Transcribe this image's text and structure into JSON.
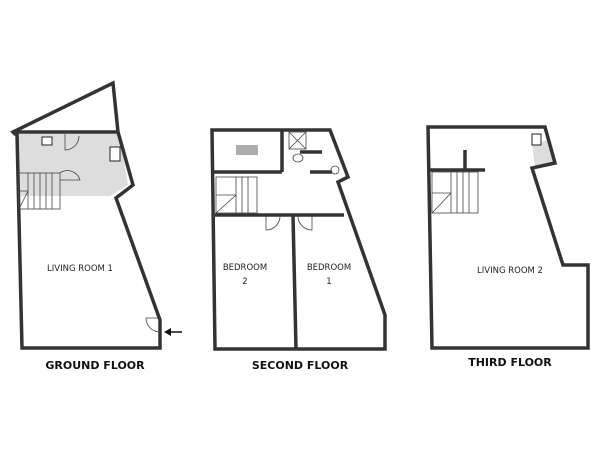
{
  "floors": [
    {
      "title": "GROUND FLOOR",
      "rooms": [
        "LIVING ROOM 1"
      ]
    },
    {
      "title": "SECOND FLOOR",
      "rooms": [
        {
          "name": "BEDROOM",
          "number": "2"
        },
        {
          "name": "BEDROOM",
          "number": "1"
        }
      ]
    },
    {
      "title": "THIRD FLOOR",
      "rooms": [
        "LIVING ROOM 2"
      ]
    }
  ],
  "colors": {
    "wall": "#333333",
    "kitchen_floor": "#dddddd"
  },
  "icons": [
    "entrance-arrow-icon",
    "sink-icon",
    "stove-icon",
    "shower-icon",
    "toilet-icon",
    "stairs-icon",
    "door-icon"
  ]
}
